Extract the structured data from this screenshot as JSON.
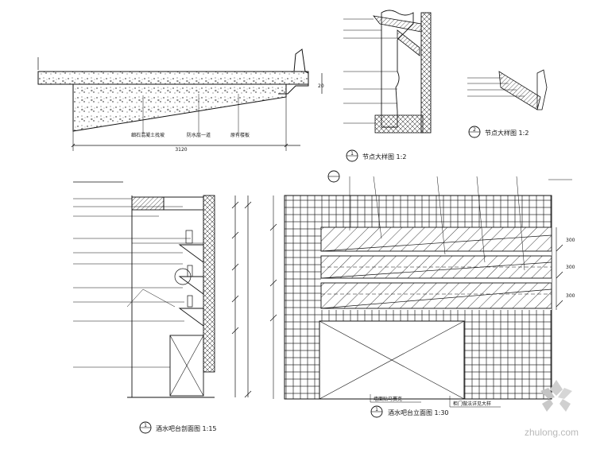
{
  "drawing": {
    "watermark": {
      "text": "zhulong.com",
      "icon": "zhulong-flower-logo"
    },
    "views": {
      "top_left_section": {
        "labels": [
          "细石混凝土找坡",
          "防水层一道",
          "原有楼板"
        ],
        "dim_bottom": "3120",
        "dim_right": "20"
      },
      "node_detail_1": {
        "title": "节点大样图 1:2",
        "callout": "1"
      },
      "node_detail_2": {
        "title": "节点大样图 1:2",
        "callout": "2"
      },
      "left_section": {
        "title": "酒水吧台剖面图 1:15",
        "callout": "1"
      },
      "right_elevation": {
        "title": "酒水吧台立面图 1:30",
        "callout": "1",
        "dims": [
          "300",
          "300",
          "300"
        ],
        "bottom_notes": [
          "墙面贴马赛克",
          "柜门做法详见大样"
        ]
      }
    }
  }
}
